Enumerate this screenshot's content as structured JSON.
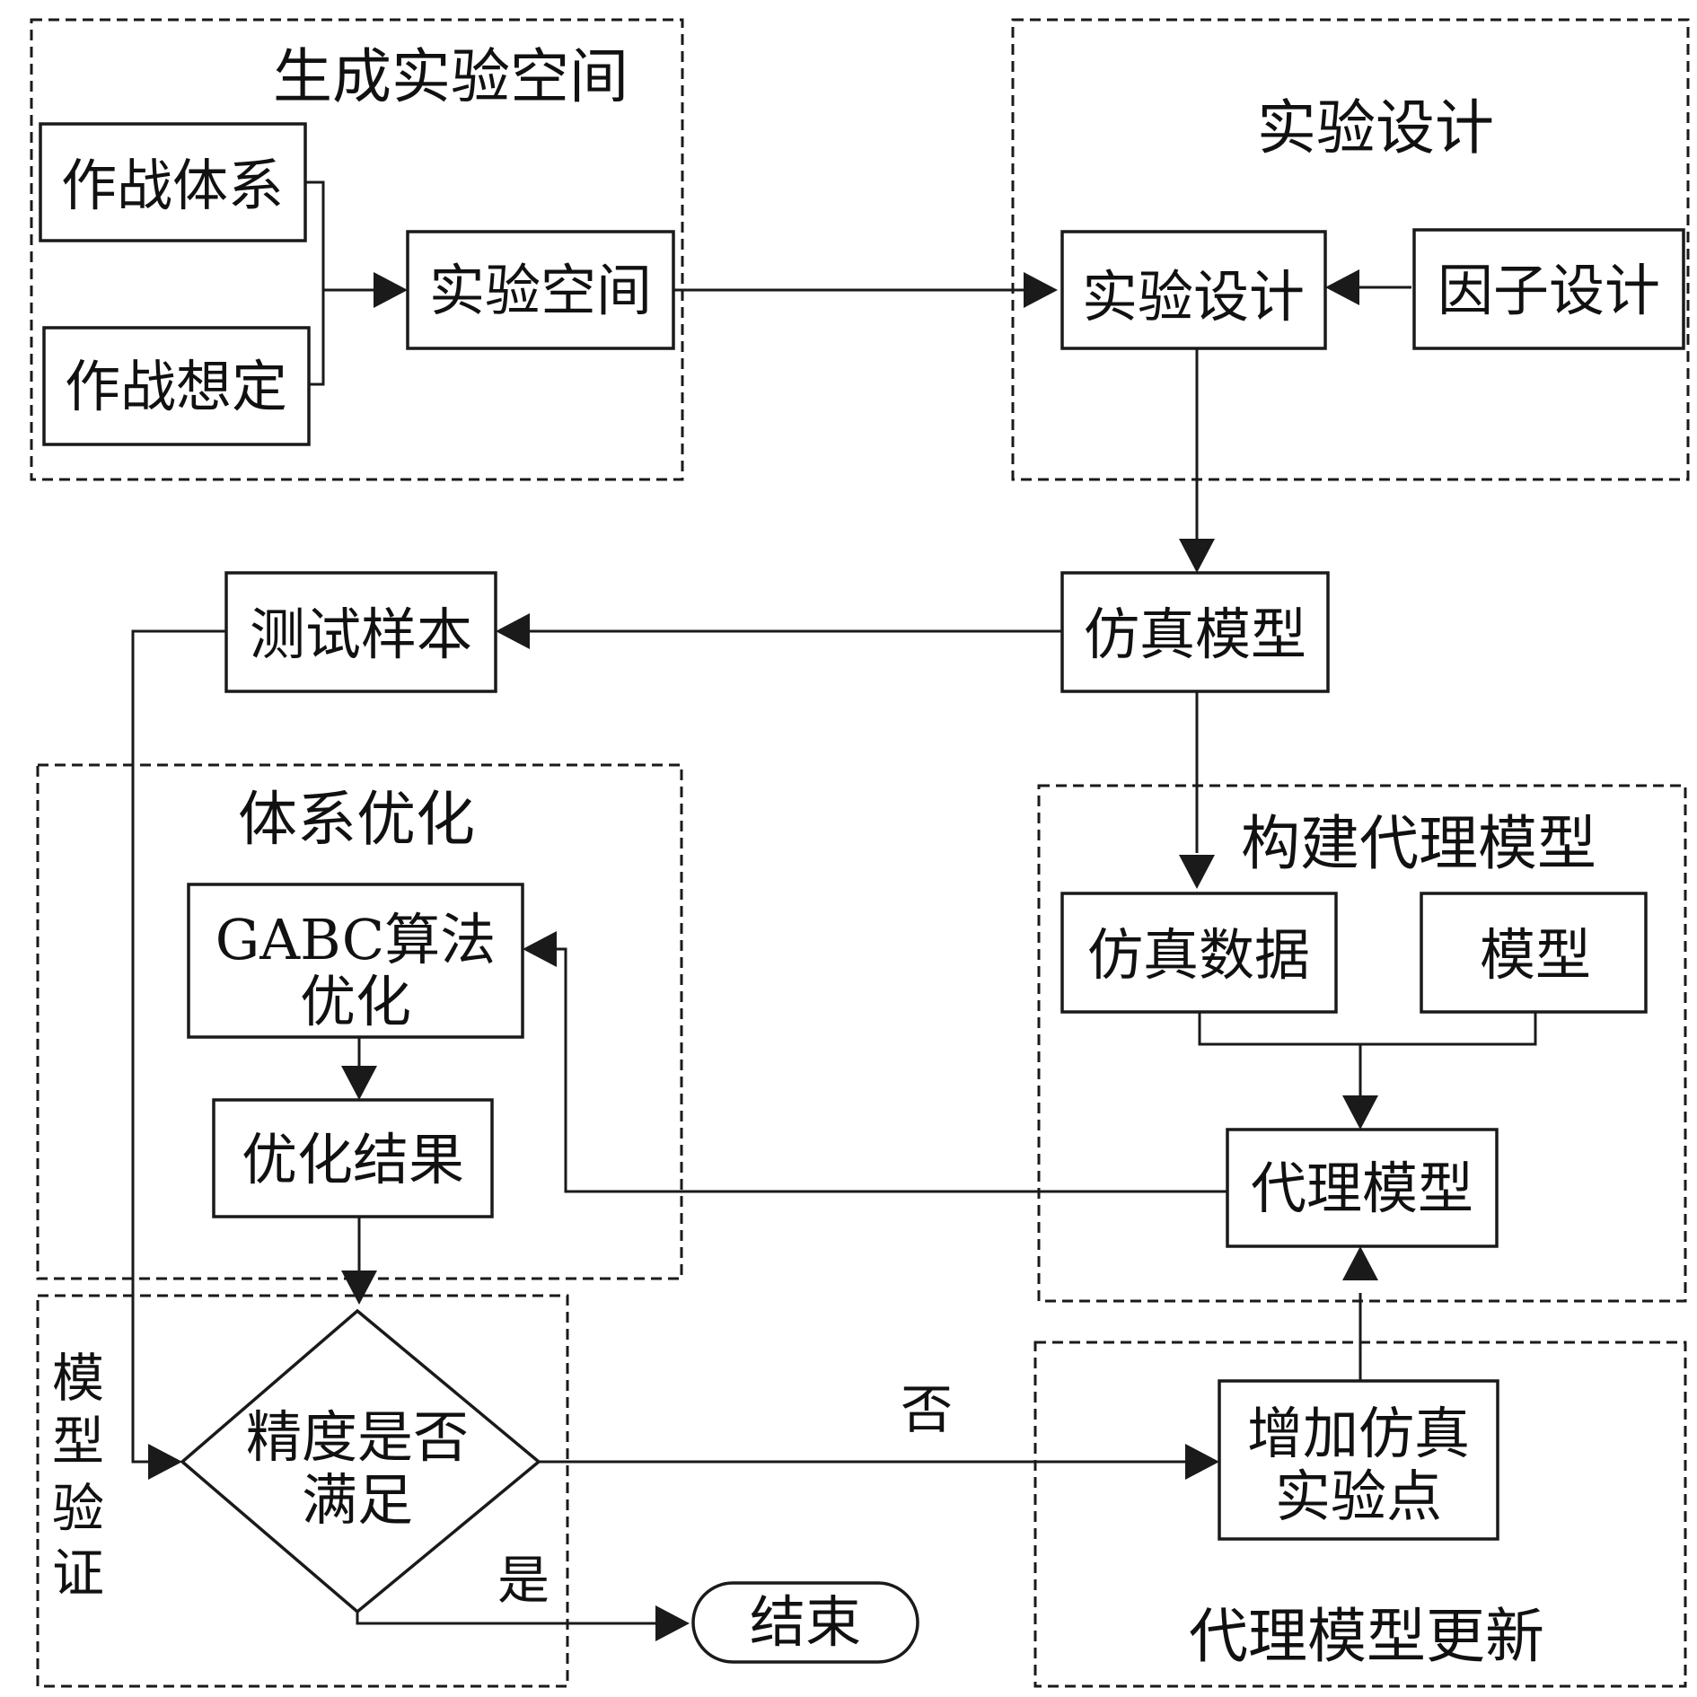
{
  "groups": {
    "generate_space": "生成实验空间",
    "experiment_design": "实验设计",
    "system_optimization": "体系优化",
    "build_surrogate": "构建代理模型",
    "model_validation": [
      "模",
      "型",
      "验",
      "证"
    ],
    "surrogate_update": "代理模型更新"
  },
  "nodes": {
    "combat_system": "作战体系",
    "combat_scenario": "作战想定",
    "experiment_space": "实验空间",
    "experiment_design": "实验设计",
    "factor_design": "因子设计",
    "simulation_model": "仿真模型",
    "test_samples": "测试样本",
    "gabc_line1": "GABC算法",
    "gabc_line2": "优化",
    "optimization_result": "优化结果",
    "simulation_data": "仿真数据",
    "model": "模型",
    "surrogate_model": "代理模型",
    "accuracy_line1": "精度是否",
    "accuracy_line2": "满足",
    "add_points_line1": "增加仿真",
    "add_points_line2": "实验点",
    "end": "结束"
  },
  "edge_labels": {
    "no": "否",
    "yes": "是"
  }
}
